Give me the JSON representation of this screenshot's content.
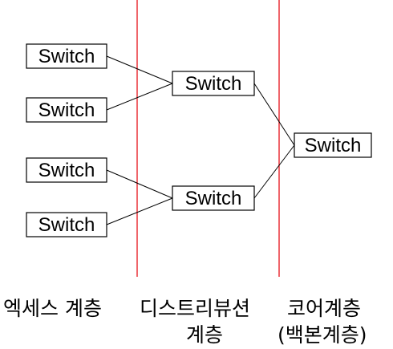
{
  "diagram": {
    "nodes": [
      {
        "id": "access-1",
        "label": "Switch",
        "layer": "access"
      },
      {
        "id": "access-2",
        "label": "Switch",
        "layer": "access"
      },
      {
        "id": "access-3",
        "label": "Switch",
        "layer": "access"
      },
      {
        "id": "access-4",
        "label": "Switch",
        "layer": "access"
      },
      {
        "id": "dist-1",
        "label": "Switch",
        "layer": "distribution"
      },
      {
        "id": "dist-2",
        "label": "Switch",
        "layer": "distribution"
      },
      {
        "id": "core-1",
        "label": "Switch",
        "layer": "core"
      }
    ],
    "edges": [
      {
        "from": "access-1",
        "to": "dist-1"
      },
      {
        "from": "access-2",
        "to": "dist-1"
      },
      {
        "from": "access-3",
        "to": "dist-2"
      },
      {
        "from": "access-4",
        "to": "dist-2"
      },
      {
        "from": "dist-1",
        "to": "core-1"
      },
      {
        "from": "dist-2",
        "to": "core-1"
      }
    ],
    "layer_labels": {
      "access": "엑세스 계층",
      "distribution_line1": "디스트리뷰션",
      "distribution_line2": "계층",
      "core_line1": "코어계층",
      "core_line2": "(백본계층)"
    },
    "colors": {
      "divider": "#e8232a",
      "line": "#000000",
      "box_border": "#000000"
    }
  }
}
